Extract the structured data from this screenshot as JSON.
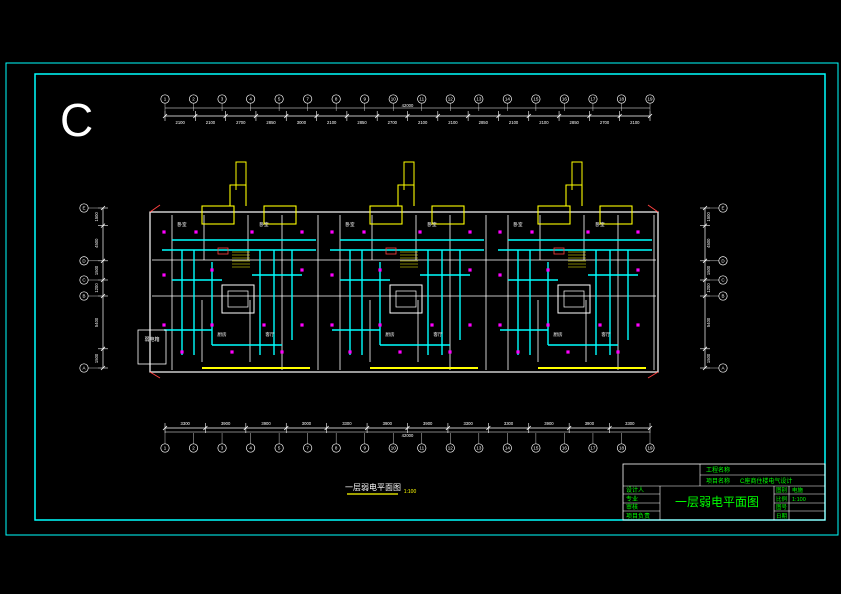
{
  "sheet_letter": "C",
  "title": {
    "plan_title": "一层弱电平面图",
    "plan_scale": "1:100"
  },
  "title_block": {
    "project_label": "工程名称",
    "item_label": "项目名称",
    "item_value": "C座商住楼电气设计",
    "drawing_title": "一层弱电平面图",
    "roles": [
      "设计人",
      "专业",
      "审核",
      "项目负责"
    ],
    "meta_labels": [
      "图别",
      "比例",
      "图号",
      "日期"
    ],
    "meta_values": [
      "电施",
      "1:100",
      "",
      ""
    ]
  },
  "dimensions": {
    "top_row": [
      "2100",
      "2100",
      "2700",
      "2850",
      "3000",
      "2100",
      "2850",
      "2700",
      "2100",
      "2100",
      "2850",
      "2100",
      "2100",
      "2850",
      "2700",
      "2100"
    ],
    "top_total": "42000",
    "bottom_row": [
      "3300",
      "3900",
      "3900",
      "3000",
      "3300",
      "3900",
      "3900",
      "3300",
      "3300",
      "3900",
      "3900",
      "3300"
    ],
    "bottom_total": "42000",
    "left_col": [
      "1500",
      "4500",
      "1500",
      "1200",
      "5400",
      "1500"
    ],
    "right_col": [
      "1500",
      "4500",
      "1500",
      "1200",
      "5400",
      "1500"
    ]
  },
  "axes": {
    "top": [
      "1",
      "2",
      "3",
      "4",
      "5",
      "7",
      "8",
      "9",
      "10",
      "11",
      "12",
      "13",
      "14",
      "15",
      "16",
      "17",
      "18",
      "19"
    ],
    "bottom": [
      "1",
      "2",
      "3",
      "4",
      "5",
      "7",
      "8",
      "9",
      "10",
      "11",
      "12",
      "13",
      "14",
      "15",
      "16",
      "17",
      "18",
      "19"
    ],
    "left": [
      "E",
      "D",
      "C",
      "B",
      "A"
    ],
    "right": [
      "E",
      "D",
      "C",
      "B",
      "A"
    ]
  },
  "side_note": "弱电箱",
  "room_labels": [
    "卧室",
    "卧室",
    "厨房",
    "客厅",
    "卧室",
    "卧室",
    "厨房",
    "客厅",
    "卧室",
    "卧室",
    "厨房",
    "客厅"
  ],
  "colors": {
    "frame": "#00ffff",
    "wall": "#ffffff",
    "wire": "#00ffff",
    "dim": "#ffffff",
    "highlight": "#ffff00",
    "outlet": "#ff00ff",
    "text_green": "#00ff00",
    "marker": "#ff4040"
  }
}
